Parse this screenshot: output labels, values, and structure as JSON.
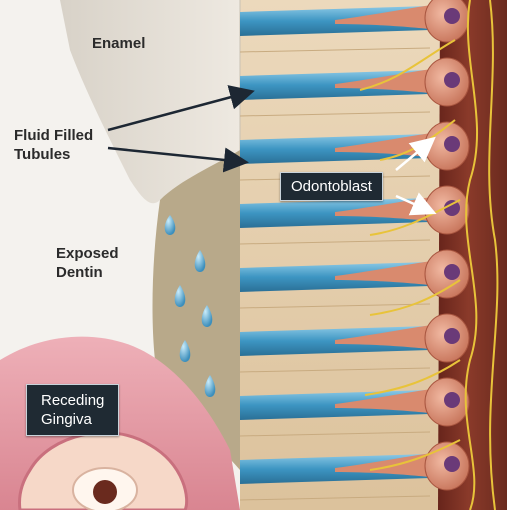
{
  "labels": {
    "enamel": "Enamel",
    "fluid_line1": "Fluid Filled",
    "fluid_line2": "Tubules",
    "dentin_line1": "Exposed",
    "dentin_line2": "Dentin",
    "odontoblast": "Odontoblast",
    "gingiva_line1": "Receding",
    "gingiva_line2": "Gingiva"
  },
  "colors": {
    "enamel": "#ddd6cc",
    "dentin": "#e6d2b4",
    "tubule": "#56a8cf",
    "pulp": "#7a2f22",
    "nerve": "#e8c33a",
    "odontoblast": "#d98a6e",
    "nucleus": "#6a3a78",
    "gingiva": "#e39aa5",
    "exposed_dentin": "#b8a98a",
    "label_box": "#1f2a33"
  }
}
